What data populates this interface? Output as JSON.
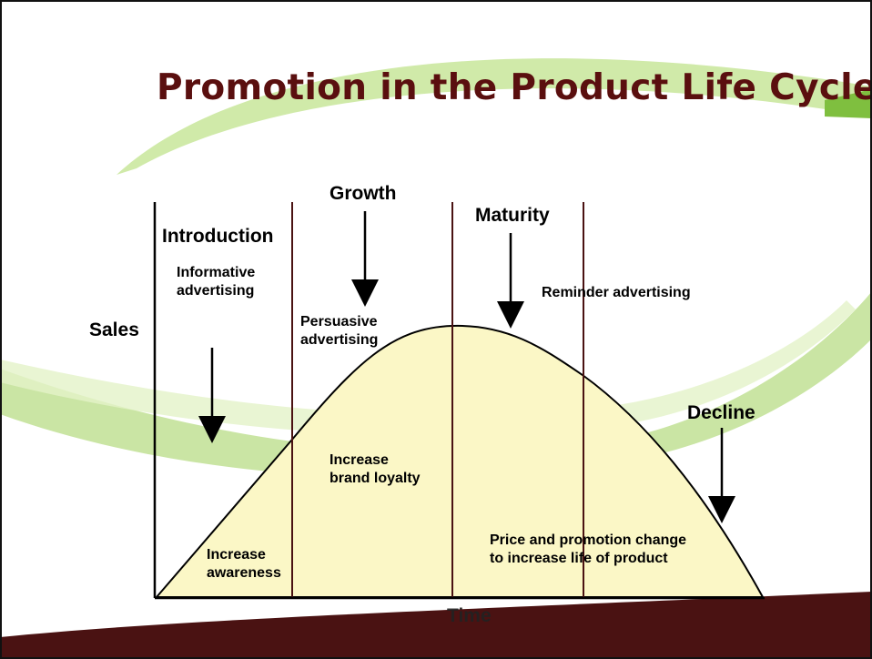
{
  "slide": {
    "title": "Promotion in the Product Life Cycle"
  },
  "diagram": {
    "axis_labels": {
      "y": "Sales",
      "x": "Time"
    },
    "stages": [
      {
        "name": "Introduction",
        "promotion": [
          "Informative",
          "advertising"
        ],
        "objective": [
          "Increase",
          "awareness"
        ]
      },
      {
        "name": "Growth",
        "promotion": [
          "Persuasive",
          "advertising"
        ],
        "objective": [
          "Increase",
          "brand loyalty"
        ]
      },
      {
        "name": "Maturity",
        "promotion": [
          "Reminder advertising"
        ],
        "objective": [
          "Price and promotion change",
          "to increase life of product"
        ]
      },
      {
        "name": "Decline"
      }
    ],
    "colors": {
      "title": "#5a0f0f",
      "curve_fill": "#fbf7c6",
      "stage_dividers": "#4a1212",
      "footer_band": "#4a1212",
      "swoosh_green": "#a8d468"
    }
  }
}
